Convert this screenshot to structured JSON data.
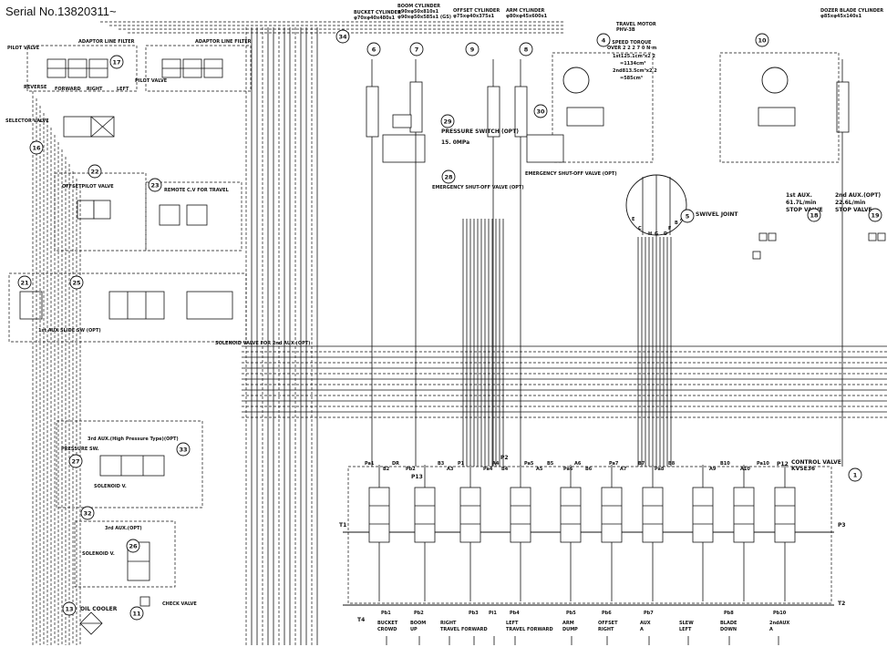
{
  "header": {
    "serial": "Serial No.13820311~"
  },
  "callouts": [
    {
      "num": "6",
      "text": "BUCKET CYLINDER"
    },
    {
      "num": "7",
      "text": "BOOM CYLINDER"
    },
    {
      "num": "9",
      "text": "OFFSET CYLINDER"
    },
    {
      "num": "8",
      "text": "ARM CYLINDER"
    },
    {
      "num": "4",
      "text": "TRAVEL MOTOR"
    },
    {
      "num": "10",
      "text": "DOZER BLADE CYLINDER"
    },
    {
      "num": "34",
      "text": ""
    },
    {
      "num": "29",
      "text": "PRESSURE SWITCH (OPT)"
    },
    {
      "num": "28",
      "text": "EMERGENCY SHUT-OFF VALVE (OPT)"
    },
    {
      "num": "30",
      "text": "EMERGENCY SHUT-OFF VALVE (OPT)"
    },
    {
      "num": "5",
      "text": "SWIVEL JOINT"
    },
    {
      "num": "17",
      "text": "PILOT VALVE"
    },
    {
      "num": "16",
      "text": "SELECTOR VALVE"
    },
    {
      "num": "22",
      "text": "OFFSETPILOT VALVE"
    },
    {
      "num": "23",
      "text": "REMOTE C.V FOR TRAVEL"
    },
    {
      "num": "21",
      "text": ""
    },
    {
      "num": "25",
      "text": ""
    },
    {
      "num": "18",
      "text": "1st AUX. STOP VALVE"
    },
    {
      "num": "19",
      "text": "2nd AUX. STOP VALVE"
    },
    {
      "num": "1",
      "text": "CONTROL VALVE KVSE36"
    },
    {
      "num": "33",
      "text": ""
    },
    {
      "num": "27",
      "text": "PRESSURE SWITCH"
    },
    {
      "num": "32",
      "text": ""
    },
    {
      "num": "26",
      "text": ""
    },
    {
      "num": "13",
      "text": "OIL COOLER"
    },
    {
      "num": "11",
      "text": "CHECK VALVE"
    }
  ],
  "labels": {
    "bucket_cyl": "BUCKET CYLINDER",
    "bucket_cyl_spec": "φ70xφ40x480s1",
    "boom_cyl": "BOOM CYLINDER",
    "boom_cyl_spec1": "φ90xφ50x810s1",
    "boom_cyl_spec2": "φ90xφ50x585s1 (GS)",
    "offset_cyl": "OFFSET CYLINDER",
    "offset_cyl_spec": "φ75xφ40x375s1",
    "arm_cyl": "ARM CYLINDER",
    "arm_cyl_spec": "φ80xφ45x600s1",
    "travel_motor": "TRAVEL MOTOR",
    "travel_motor_model": "PHV-3B",
    "travel_motor_torque": "2 SPEED TORQUE",
    "travel_motor_over": "OVER 2 2 2 7 0 N·m",
    "travel_motor_spec1": "1st125.1cm³x2 2",
    "travel_motor_spec2": "=1134cm³",
    "travel_motor_spec3": "2nd813.5cm³x2 2",
    "travel_motor_spec4": "=585cm³",
    "dozer_cyl": "DOZER BLADE CYLINDER",
    "dozer_cyl_spec": "φ85xφ45x140s1",
    "pilot_valve_l": "PILOT VALVE",
    "pilot_valve_r": "PILOT VALVE",
    "adaptor_filter": "ADAPTOR LINE FILTER",
    "selector_valve": "SELECTOR VALVE",
    "offset_pilot": "OFFSETPILOT VALVE",
    "remote_cv": "REMOTE C.V FOR TRAVEL",
    "pressure_switch": "PRESSURE SWITCH (OPT)",
    "pressure_switch_val": "15. 0MPa",
    "esov": "EMERGENCY SHUT-OFF VALVE (OPT)",
    "swivel_joint": "SWIVEL JOINT",
    "aux1": "1st AUX.",
    "aux1_flow": "61.7L/min",
    "aux1_stop": "STOP VALVE",
    "aux2": "2nd AUX.(OPT)",
    "aux2_flow": "22.6L/min",
    "aux2_stop": "STOP VALVE",
    "slide_sw": "1st AUX SLIDE SW (OPT)",
    "solenoid_2nd": "SOLENOID VALVE FOR 2nd AUX (OPT)",
    "aux3_hp": "3rd AUX.(High Pressure Type)(OPT)",
    "aux3": "3rd AUX.(OPT)",
    "solenoid": "SOLENOID V.",
    "pressure_sw": "PRESSURE SW.",
    "oil_cooler": "OIL COOLER",
    "check_valve": "CHECK VALVE",
    "control_valve": "CONTROL VALVE",
    "control_valve_model": "KVSE36",
    "reverse": "REVERSE",
    "forward": "FORWARD",
    "right": "RIGHT",
    "left": "LEFT",
    "T1": "T1",
    "T2": "T2",
    "T4": "T4",
    "P3": "P3",
    "P2": "P2",
    "P1": "P1",
    "P12": "P12",
    "P13": "P13"
  },
  "ports_top": [
    "Pa1",
    "B2",
    "DR",
    "Pb2",
    "B3",
    "A3",
    "P1",
    "Pa4",
    "A4",
    "B4",
    "Pa5",
    "A5",
    "B5",
    "Pa6",
    "A6",
    "B6",
    "Pa7",
    "A7",
    "B7",
    "Pa8",
    "B8",
    "A9",
    "B10",
    "A10",
    "Pa10"
  ],
  "ports_bottom": [
    {
      "port": "Pb1",
      "l1": "BUCKET",
      "l2": "CROWD"
    },
    {
      "port": "Pb2",
      "l1": "BOOM",
      "l2": "UP"
    },
    {
      "port": "",
      "l1": "RIGHT",
      "l2": "TRAVEL FORWARD"
    },
    {
      "port": "Pb3",
      "l1": "",
      "l2": ""
    },
    {
      "port": "Pi1",
      "l1": "",
      "l2": ""
    },
    {
      "port": "Pb4",
      "l1": "LEFT",
      "l2": "TRAVEL FORWARD"
    },
    {
      "port": "Pb5",
      "l1": "ARM",
      "l2": "DUMP"
    },
    {
      "port": "Pb6",
      "l1": "OFFSET",
      "l2": "RIGHT"
    },
    {
      "port": "Pb7",
      "l1": "AUX",
      "l2": "A"
    },
    {
      "port": "",
      "l1": "SLEW",
      "l2": "LEFT"
    },
    {
      "port": "Pb8",
      "l1": "BLADE",
      "l2": "DOWN"
    },
    {
      "port": "Pb10",
      "l1": "2ndAUX",
      "l2": "A"
    }
  ],
  "swivel_ports": [
    "E",
    "C",
    "H",
    "G",
    "D",
    "F",
    "B",
    "A"
  ]
}
